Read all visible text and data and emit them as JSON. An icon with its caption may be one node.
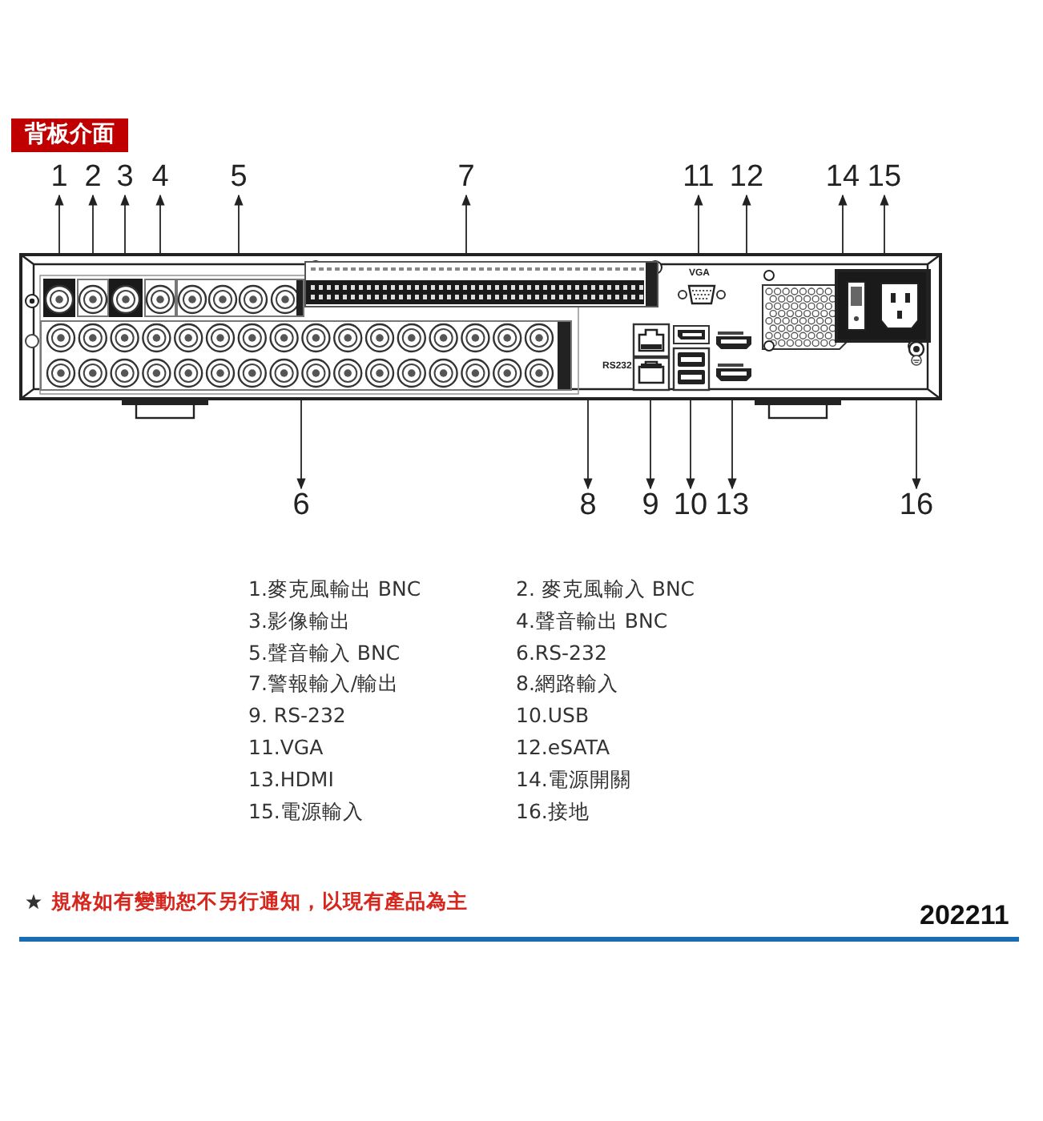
{
  "diagram": {
    "title": "背板介面",
    "nodes": [
      {
        "text": [],
        "shape": "picture"
      },
      {
        "text": [],
        "shape": "picture",
        "in": 0
      },
      {
        "text": [],
        "shape": "picture",
        "in": 0
      },
      {
        "text": [],
        "shape": "picture",
        "in": 0
      },
      {
        "text": [],
        "shape": "picture",
        "in": 0
      },
      {
        "text": [],
        "shape": "picture",
        "in": 0
      },
      {
        "text": [],
        "shape": "picture",
        "in": 0
      },
      {
        "text": [],
        "shape": "picture",
        "in": 0
      },
      {
        "text": [],
        "shape": "picture",
        "in": 0
      },
      {
        "text": [],
        "shape": "picture",
        "in": 0
      },
      {
        "text": [],
        "shape": "picture",
        "in": 0
      },
      {
        "text": [],
        "shape": "picture",
        "in": 0
      },
      {
        "text": [],
        "shape": "picture",
        "in": 0
      },
      {
        "text": [],
        "shape": "picture",
        "in": 0
      },
      {
        "text": [],
        "shape": "picture",
        "in": 0
      },
      {
        "text": [],
        "shape": "picture",
        "in": 0
      },
      {
        "text": [],
        "shape": "picture",
        "in": 0
      },
      {
        "text": [
          "1"
        ]
      },
      {
        "text": [
          "2"
        ]
      },
      {
        "text": [
          "3"
        ]
      },
      {
        "text": [
          "4"
        ]
      },
      {
        "text": [
          "5"
        ]
      },
      {
        "text": [
          "6"
        ]
      },
      {
        "text": [
          "7"
        ]
      },
      {
        "text": [
          "8"
        ]
      },
      {
        "text": [
          "9"
        ]
      },
      {
        "text": [
          "10"
        ]
      },
      {
        "text": [
          "11"
        ]
      },
      {
        "text": [
          "12"
        ]
      },
      {
        "text": [
          "13"
        ]
      },
      {
        "text": [
          "14"
        ]
      },
      {
        "text": [
          "15"
        ]
      },
      {
        "text": [
          "16"
        ]
      }
    ],
    "edges": [
      {
        "from": 1,
        "to": 17,
        "arrow": "to"
      },
      {
        "from": 2,
        "to": 18,
        "arrow": "to"
      },
      {
        "from": 3,
        "to": 19,
        "arrow": "to"
      },
      {
        "from": 4,
        "to": 20,
        "arrow": "to"
      },
      {
        "from": 5,
        "to": 21,
        "arrow": "to"
      },
      {
        "from": 6,
        "to": 22,
        "arrow": "to"
      },
      {
        "from": 7,
        "to": 23,
        "arrow": "to"
      },
      {
        "from": 8,
        "to": 24,
        "arrow": "to"
      },
      {
        "from": 9,
        "to": 25,
        "arrow": "to"
      },
      {
        "from": 10,
        "to": 26,
        "arrow": "to"
      },
      {
        "from": 11,
        "to": 27,
        "arrow": "to"
      },
      {
        "from": 12,
        "to": 28,
        "arrow": "to"
      },
      {
        "from": 13,
        "to": 29,
        "arrow": "to"
      },
      {
        "from": 14,
        "to": 30,
        "arrow": "to"
      },
      {
        "from": 15,
        "to": 31,
        "arrow": "to"
      },
      {
        "from": 16,
        "to": 32,
        "arrow": "to"
      }
    ],
    "labels": [
      "VGA",
      "RS232",
      "1.麥克風輸出 BNC",
      "2.  麥克風輸入 BNC",
      "3.影像輸出",
      "4.聲音輸出 BNC",
      "5.聲音輸入 BNC",
      "6.RS-232",
      "7.警報輸入/輸出",
      "8.網路輸入",
      "9. RS-232",
      "10.USB",
      "11.VGA",
      "12.eSATA",
      "13.HDMI",
      "14.電源開關",
      "15.電源輸入",
      "16.接地",
      "規格如有變動恕不另行通知，以現有產品為主",
      "202211"
    ]
  }
}
